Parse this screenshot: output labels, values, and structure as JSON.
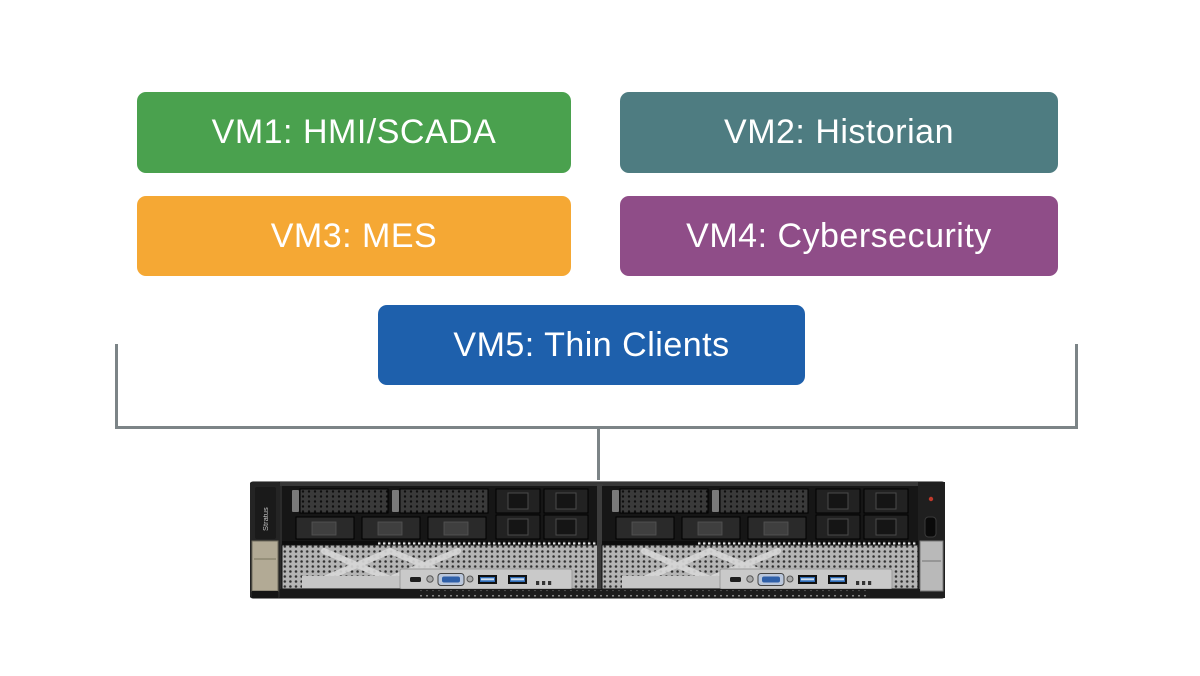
{
  "vm_boxes": [
    {
      "id": "vm1",
      "label": "VM1: HMI/SCADA",
      "color": "#4aa14e",
      "text_color": "#ffffff"
    },
    {
      "id": "vm2",
      "label": "VM2: Historian",
      "color": "#4e7c81",
      "text_color": "#ffffff"
    },
    {
      "id": "vm3",
      "label": "VM3: MES",
      "color": "#f5a834",
      "text_color": "#ffffff"
    },
    {
      "id": "vm4",
      "label": "VM4: Cybersecurity",
      "color": "#8f4d88",
      "text_color": "#ffffff"
    },
    {
      "id": "vm5",
      "label": "VM5: Thin Clients",
      "color": "#1e60ac",
      "text_color": "#ffffff"
    }
  ],
  "connector": {
    "color": "#7c8487"
  },
  "server": {
    "brand_label": "Stratus",
    "chassis_color": "#2b2b2b",
    "rack_ear_color": "#b2aa95",
    "port_accent_color": "#2f6cb7",
    "status_led_color": "#c0392b"
  }
}
